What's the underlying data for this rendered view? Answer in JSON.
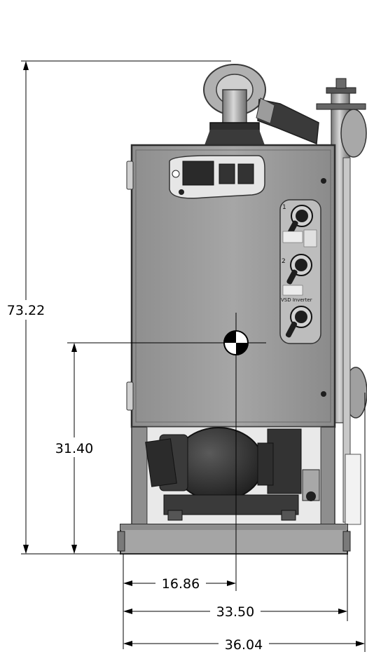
{
  "dimensions": {
    "overall_height": "73.22",
    "cg_height": "31.40",
    "cg_width": "16.86",
    "base_width": "33.50",
    "overall_width": "36.04"
  },
  "controller": {
    "label_1": "1",
    "label_2": "2",
    "label_vsd": "VSD Inverter"
  },
  "colors": {
    "cabinet": "#9a9a9a",
    "cabinet_edge": "#3c3c3c",
    "dark": "#2b2b2b",
    "pipe": "#b8b8b8"
  }
}
